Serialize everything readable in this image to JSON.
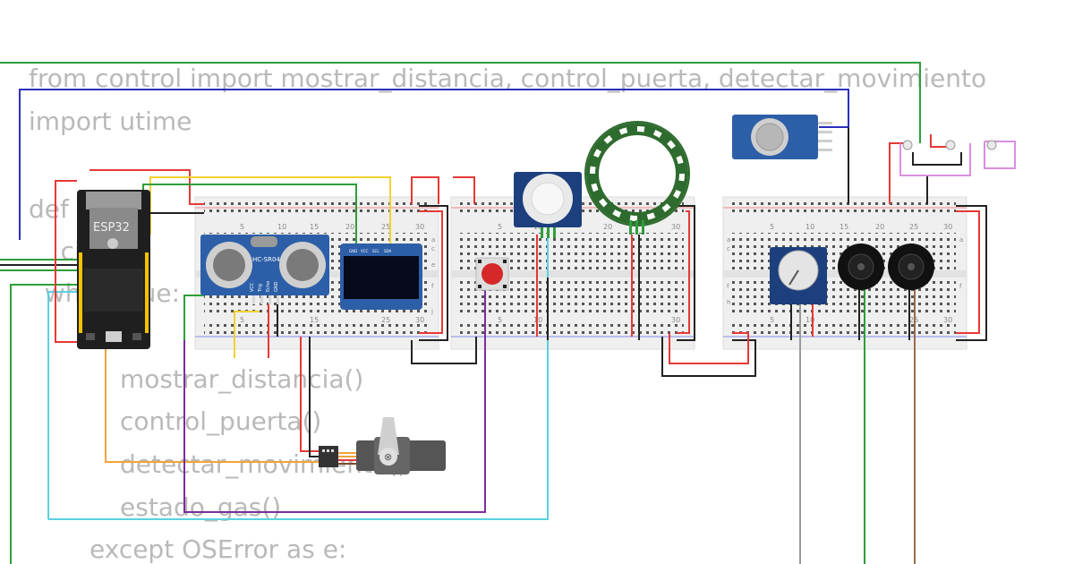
{
  "code_lines": [
    "from control import mostrar_distancia, control_puerta, detectar_movimiento",
    "import utime",
    "def      ():",
    "    ción",
    "  while True:",
    "mostrar_distancia()",
    "control_puerta()",
    "detectar_movimiento()",
    "estado_gas()",
    "except OSError as e:"
  ],
  "labels": {
    "esp32": "ESP32",
    "hcsr04": "HC-SR04",
    "ultrasonic_pins": [
      "VCC",
      "Trig",
      "Echo",
      "GND"
    ],
    "oled_pins": [
      "GND",
      "VCC",
      "SCL",
      "SDA"
    ],
    "breadboard_cols": [
      "5",
      "10",
      "15",
      "20",
      "25",
      "30"
    ],
    "breadboard_rows": [
      "a",
      "b",
      "c",
      "d",
      "e",
      "f",
      "g",
      "h",
      "i",
      "j"
    ]
  },
  "colors": {
    "wire_red": "#e53935",
    "wire_black": "#222222",
    "wire_green": "#2e9e3a",
    "wire_blue": "#2b2fbf",
    "wire_yellow": "#f2d12f",
    "wire_purple": "#7b2d9c",
    "wire_cyan": "#5ad0e0",
    "wire_orange": "#f2a33a",
    "wire_pink": "#d98ee0",
    "wire_gray": "#9a9a9a",
    "wire_brown": "#9a6a4a",
    "board_blue": "#2d5fa8",
    "breadboard": "#efefef"
  }
}
